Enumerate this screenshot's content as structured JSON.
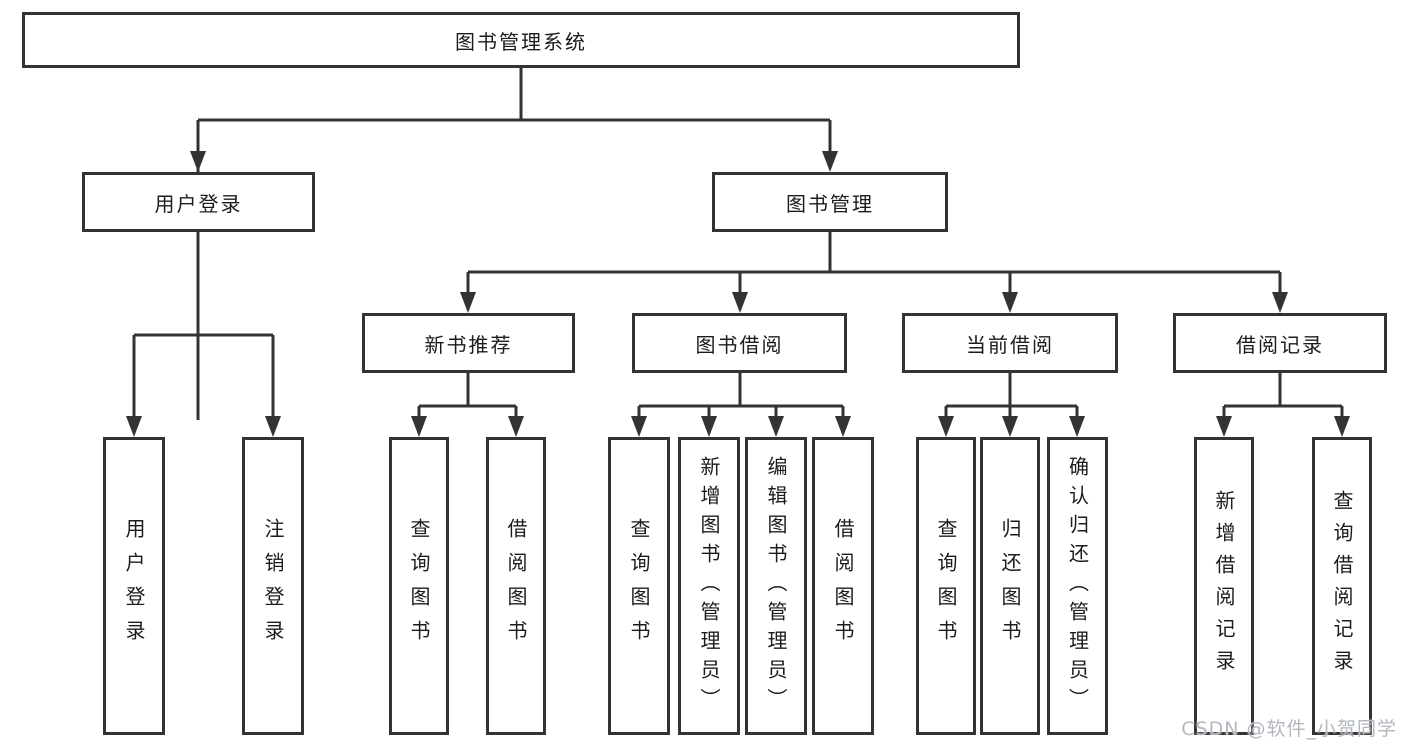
{
  "tree": {
    "label": "图书管理系统",
    "children": [
      {
        "label": "用户登录",
        "children": [
          {
            "label": "用户登录"
          },
          {
            "label": "注销登录"
          }
        ]
      },
      {
        "label": "图书管理",
        "children": [
          {
            "label": "新书推荐",
            "children": [
              {
                "label": "查询图书"
              },
              {
                "label": "借阅图书"
              }
            ]
          },
          {
            "label": "图书借阅",
            "children": [
              {
                "label": "查询图书"
              },
              {
                "label": "新增图书（管理员）"
              },
              {
                "label": "编辑图书（管理员）"
              },
              {
                "label": "借阅图书"
              }
            ]
          },
          {
            "label": "当前借阅",
            "children": [
              {
                "label": "查询图书"
              },
              {
                "label": "归还图书"
              },
              {
                "label": "确认归还（管理员）"
              }
            ]
          },
          {
            "label": "借阅记录",
            "children": [
              {
                "label": "新增借阅记录"
              },
              {
                "label": "查询借阅记录"
              }
            ]
          }
        ]
      }
    ]
  },
  "watermark": {
    "text": "CSDN @软件_小贺同学"
  },
  "colors": {
    "line": "#333333",
    "text": "#1c1c1c",
    "box_fill": "#ffffff",
    "watermark": "#b3b7be",
    "background": "#ffffff"
  }
}
